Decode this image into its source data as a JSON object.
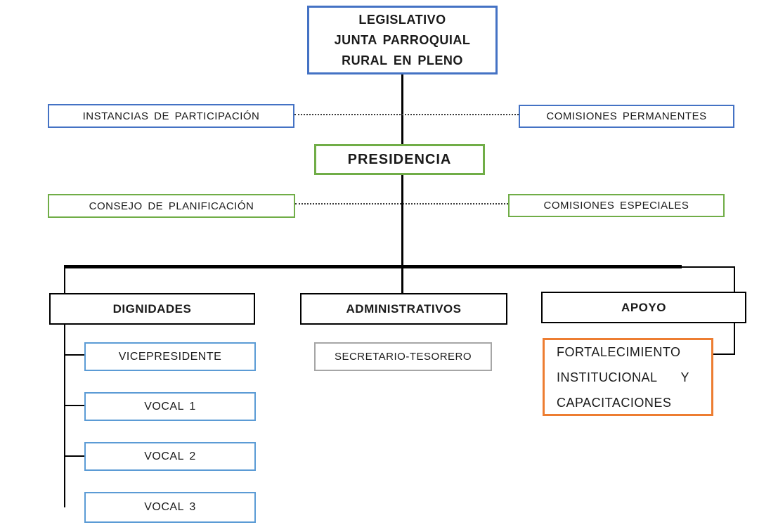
{
  "diagram": {
    "type": "org-chart",
    "title": "Organigrama Junta Parroquial Rural"
  },
  "colors": {
    "blue": "#4472C4",
    "light_blue": "#5B9BD5",
    "green": "#70AD47",
    "orange": "#ED7D31",
    "gray": "#A6A6A6",
    "line_black": "#000000"
  },
  "nodes": {
    "legislativo": {
      "lines": [
        "LEGISLATIVO",
        "JUNTA PARROQUIAL",
        "RURAL EN PLENO"
      ]
    },
    "instancias": {
      "label": "INSTANCIAS DE PARTICIPACIÓN"
    },
    "comisiones_permanentes": {
      "label": "COMISIONES PERMANENTES"
    },
    "presidencia": {
      "label": "PRESIDENCIA"
    },
    "consejo_planificacion": {
      "label": "CONSEJO DE PLANIFICACIÓN"
    },
    "comisiones_especiales": {
      "label": "COMISIONES ESPECIALES"
    },
    "dignidades": {
      "label": "DIGNIDADES"
    },
    "administrativos": {
      "label": "ADMINISTRATIVOS"
    },
    "apoyo": {
      "label": "APOYO"
    },
    "vicepresidente": {
      "label": "VICEPRESIDENTE"
    },
    "vocal_1": {
      "label": "VOCAL 1"
    },
    "vocal_2": {
      "label": "VOCAL 2"
    },
    "vocal_3": {
      "label": "VOCAL 3"
    },
    "secretario_tesorero": {
      "label": "SECRETARIO-TESORERO"
    },
    "fortalecimiento": {
      "lines": [
        "FORTALECIMIENTO",
        "INSTITUCIONAL    Y",
        "CAPACITACIONES"
      ]
    }
  }
}
